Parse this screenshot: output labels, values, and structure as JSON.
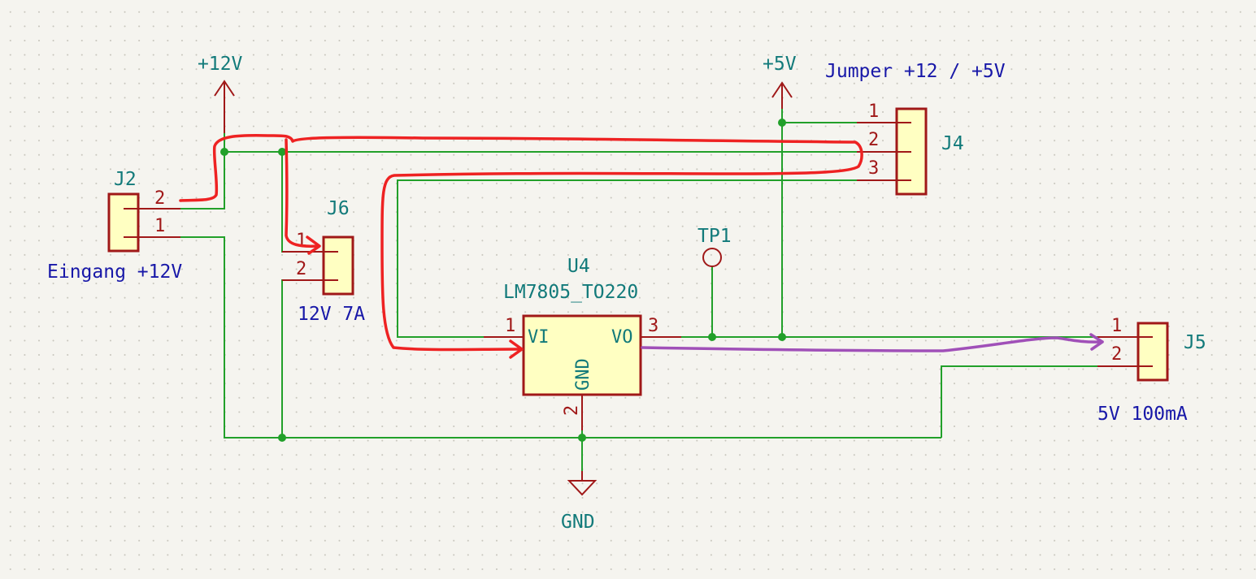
{
  "power": {
    "p12v": "+12V",
    "p5v": "+5V",
    "gnd": "GND"
  },
  "connectors": {
    "j2": {
      "ref": "J2",
      "value": "Eingang +12V",
      "pin1": "1",
      "pin2": "2"
    },
    "j6": {
      "ref": "J6",
      "value": "12V 7A",
      "pin1": "1",
      "pin2": "2"
    },
    "j4": {
      "ref": "J4",
      "value": "Jumper +12 / +5V",
      "pin1": "1",
      "pin2": "2",
      "pin3": "3"
    },
    "j5": {
      "ref": "J5",
      "value": "5V 100mA",
      "pin1": "1",
      "pin2": "2"
    }
  },
  "regulator": {
    "ref": "U4",
    "value": "LM7805_TO220",
    "pin_vi_num": "1",
    "pin_vi_name": "VI",
    "pin_vo_num": "3",
    "pin_vo_name": "VO",
    "pin_gnd_num": "2",
    "pin_gnd_name": "GND"
  },
  "testpoint": {
    "ref": "TP1"
  },
  "colors": {
    "wire": "#22a02a",
    "symbol": "#a01818",
    "symbol_fill": "#ffffc2",
    "ref_text": "#127a7a",
    "value_text": "#1818a8",
    "annotation_red": "#ee2222",
    "annotation_purple": "#a050b8",
    "background": "#f5f4ef"
  }
}
